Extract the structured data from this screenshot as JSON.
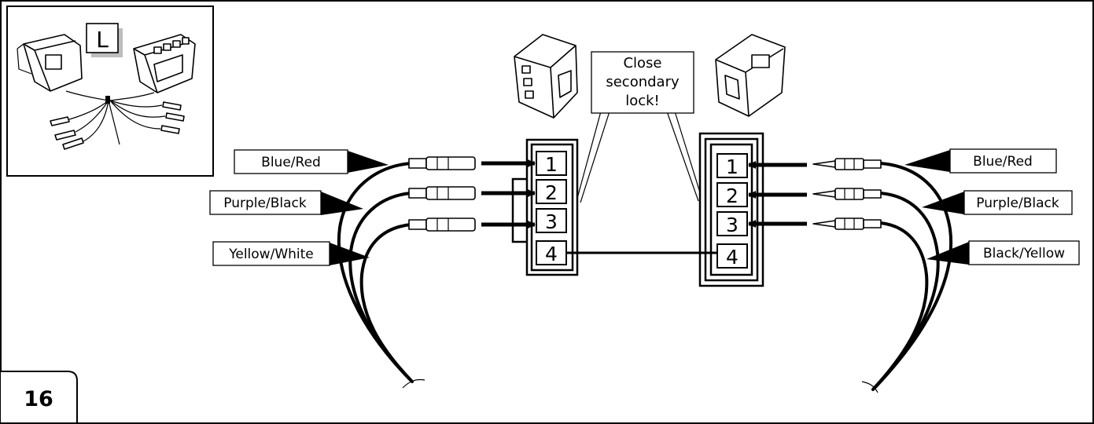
{
  "inset": {
    "letter": "L"
  },
  "step_number": "16",
  "note": {
    "lines": [
      "Close",
      "secondary",
      "lock!"
    ]
  },
  "left_connector": {
    "wires": [
      "Blue/Red",
      "Purple/Black",
      "Yellow/White"
    ],
    "pins": [
      "1",
      "2",
      "3",
      "4"
    ]
  },
  "right_connector": {
    "wires": [
      "Blue/Red",
      "Purple/Black",
      "Black/Yellow"
    ],
    "pins": [
      "1",
      "2",
      "3",
      "4"
    ]
  }
}
